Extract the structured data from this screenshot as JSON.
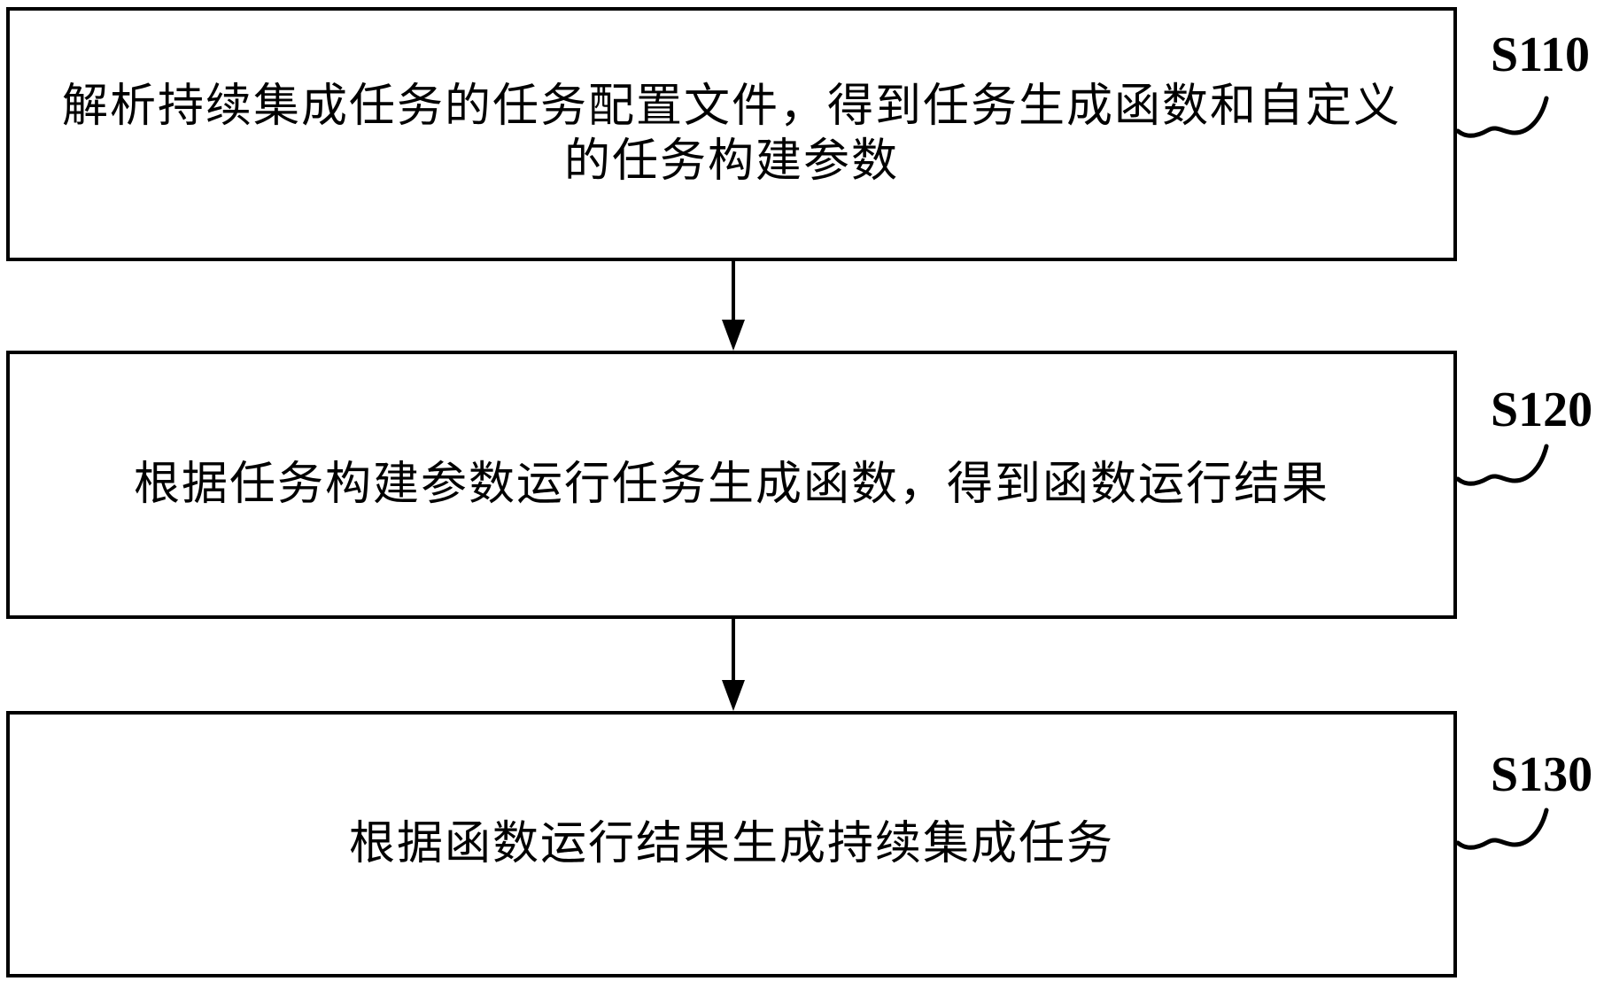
{
  "figure_type": "flowchart",
  "colors": {
    "background": "#ffffff",
    "ink": "#000000"
  },
  "steps": [
    {
      "label": "S110",
      "lines": [
        "解析持续集成任务的任务配置文件，得到任务生成函数和自定义",
        "的任务构建参数"
      ]
    },
    {
      "label": "S120",
      "lines": [
        "根据任务构建参数运行任务生成函数，得到函数运行结果"
      ]
    },
    {
      "label": "S130",
      "lines": [
        "根据函数运行结果生成持续集成任务"
      ]
    }
  ]
}
